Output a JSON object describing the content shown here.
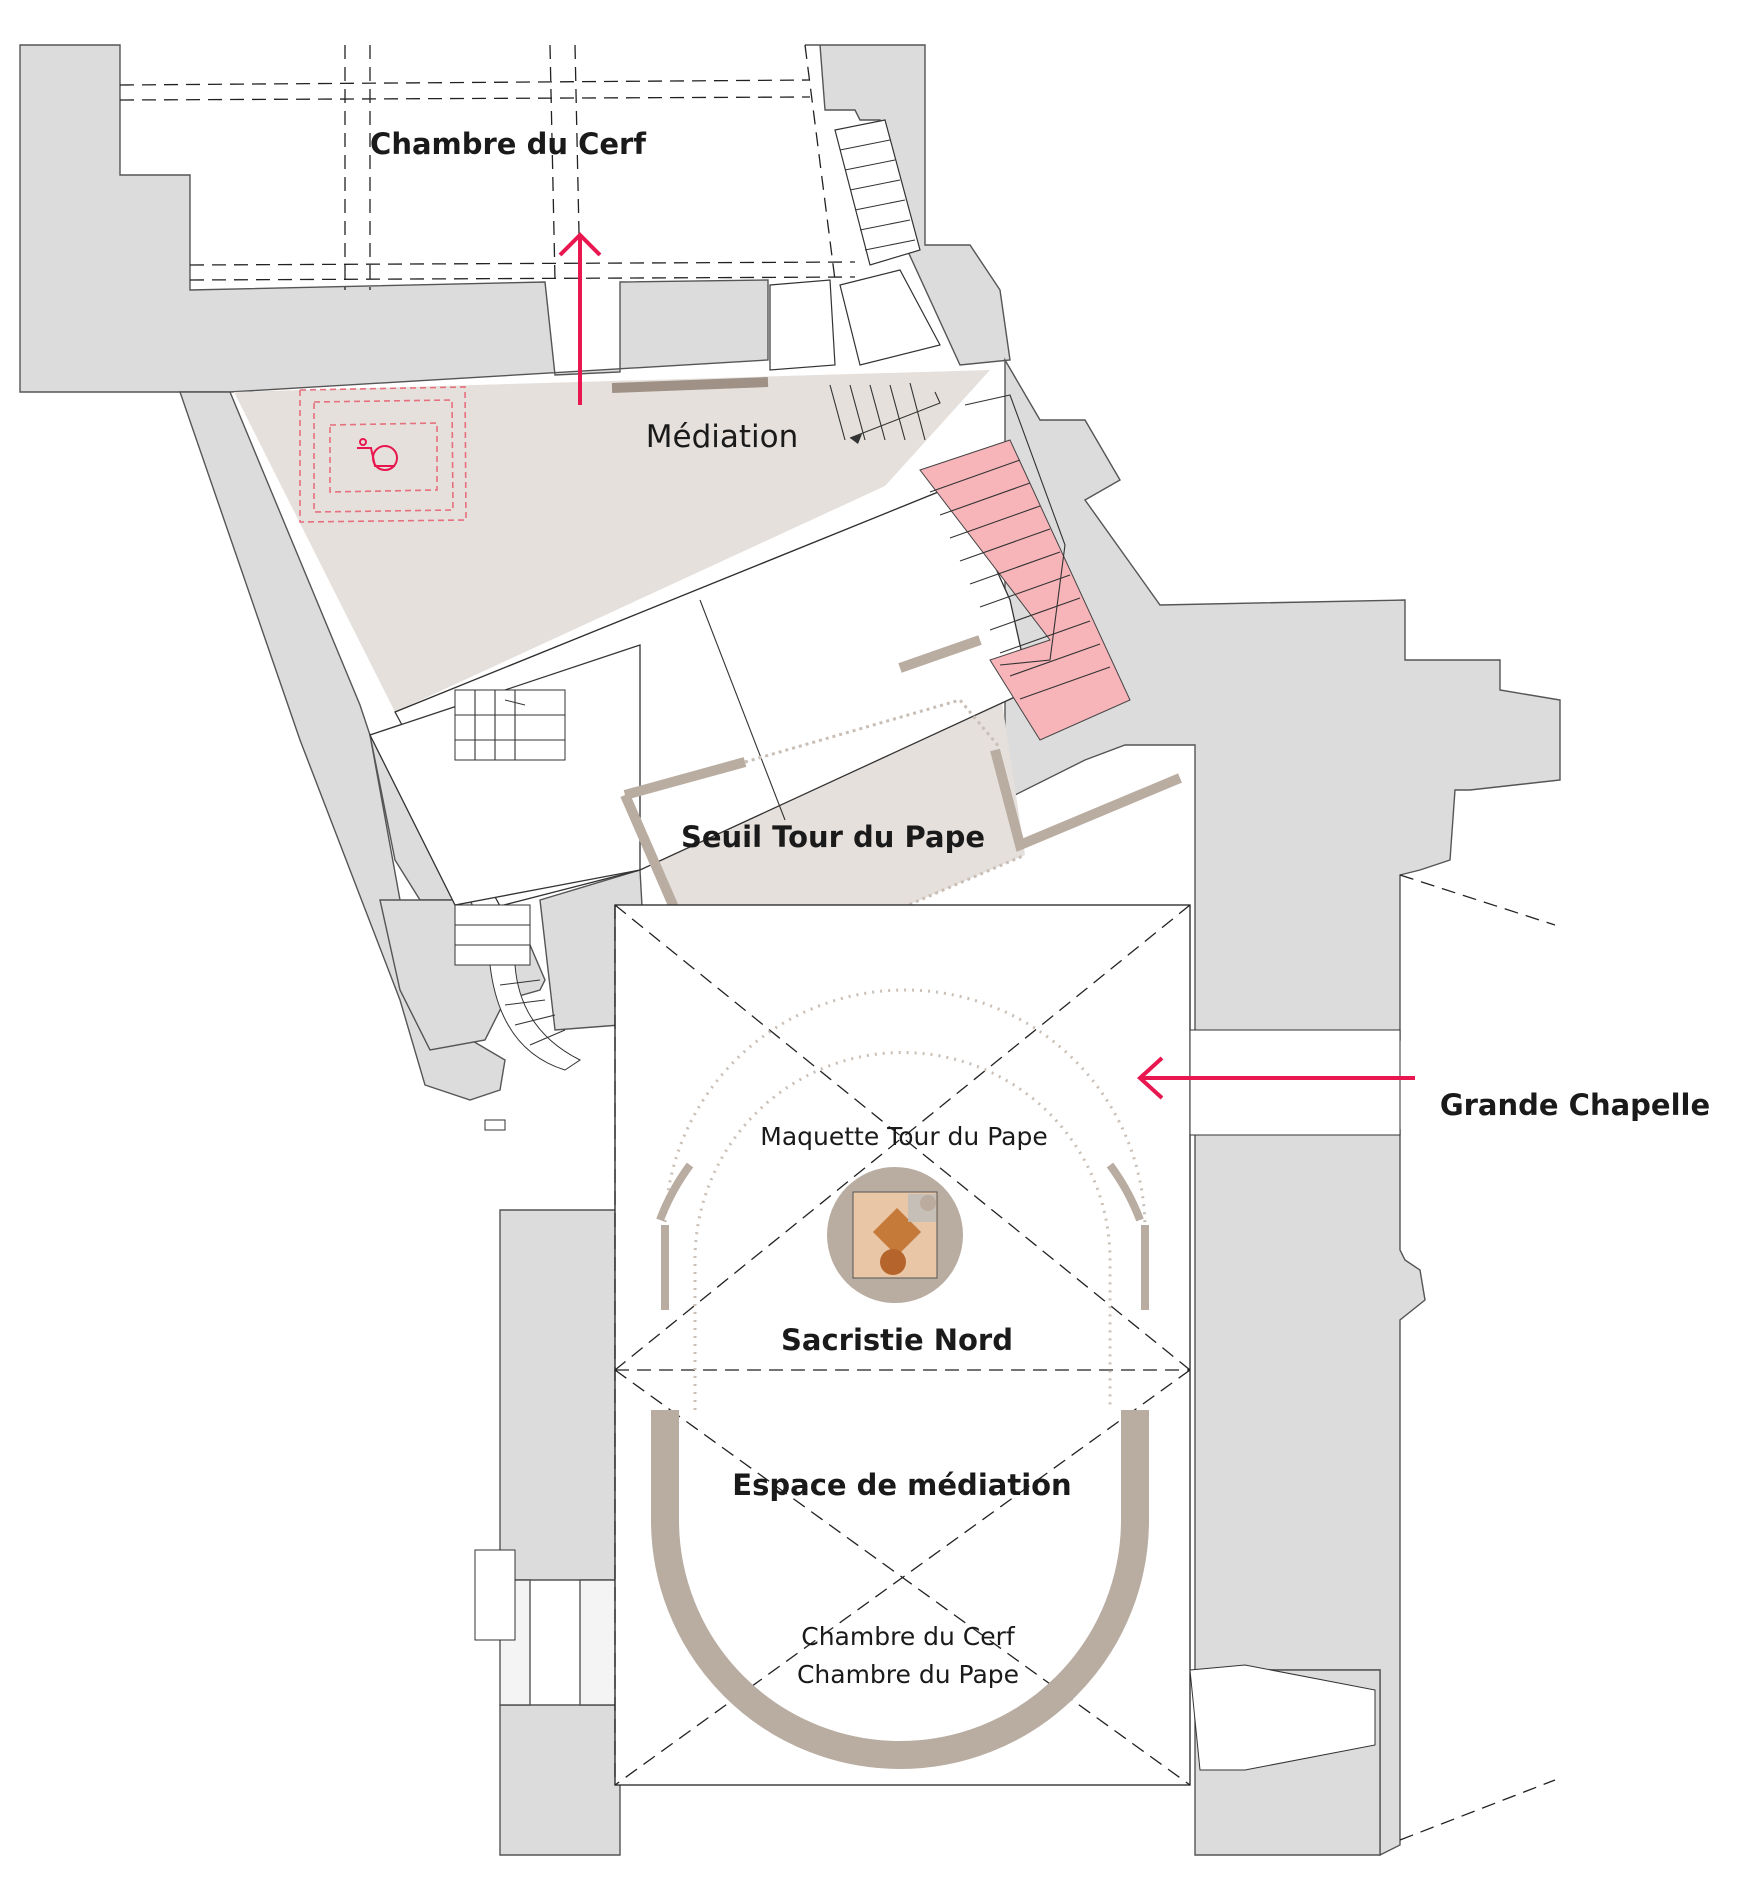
{
  "rooms": {
    "chambre_du_cerf": "Chambre du Cerf",
    "mediation": "Médiation",
    "seuil_tour_du_pape": "Seuil Tour du Pape",
    "grande_chapelle": "Grande Chapelle",
    "maquette_tour_du_pape": "Maquette Tour du Pape",
    "sacristie_nord": "Sacristie Nord",
    "espace_de_mediation": "Espace de médiation",
    "chambre_du_cerf_small": "Chambre du Cerf",
    "chambre_du_pape": "Chambre du Pape"
  },
  "colors": {
    "wall_fill": "#dcdcdc",
    "mediation_zone": "#e5e0dc",
    "stair_highlight": "#f7b4b9",
    "accent_red": "#e8174f",
    "taupe_wall": "#b9aca1",
    "dotted_outline": "#c9bfb6"
  },
  "icons": {
    "arrow_north": "arrow-up-icon",
    "arrow_from_chapel": "arrow-left-icon",
    "accessibility": "wheelchair-icon",
    "model": "tower-model-thumbnail"
  }
}
